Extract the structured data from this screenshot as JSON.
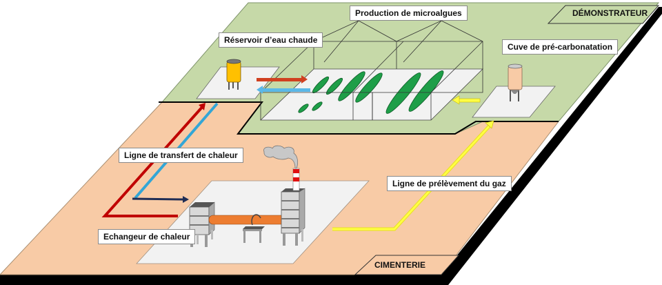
{
  "diagram": {
    "zones": {
      "demonstrator": "DÉMONSTRATEUR",
      "cement_plant": "CIMENTERIE"
    },
    "labels": {
      "microalgae_production": "Production de microalgues",
      "hot_water_tank": "Réservoir d’eau chaude",
      "pre_carbonation_tank": "Cuve de pré-carbonatation",
      "heat_transfer_line": "Ligne de transfert de chaleur",
      "gas_sampling_line": "Ligne de prélèvement du gaz",
      "heat_exchanger": "Echangeur de chaleur"
    },
    "colors": {
      "demonstrator_zone": "#c6d9a8",
      "cement_zone": "#f8cba6",
      "platform": "#f2f2f2",
      "hot_line": "#c00000",
      "cold_line": "#33a6d6",
      "return_line": "#1f2d55",
      "gas_line": "#ffff33",
      "algae": "#1e9e48",
      "hot_tank": "#ffc000",
      "precarb_tank": "#f8cba6",
      "kiln_pipe": "#ed7d31",
      "stack_red": "#e01010"
    }
  }
}
